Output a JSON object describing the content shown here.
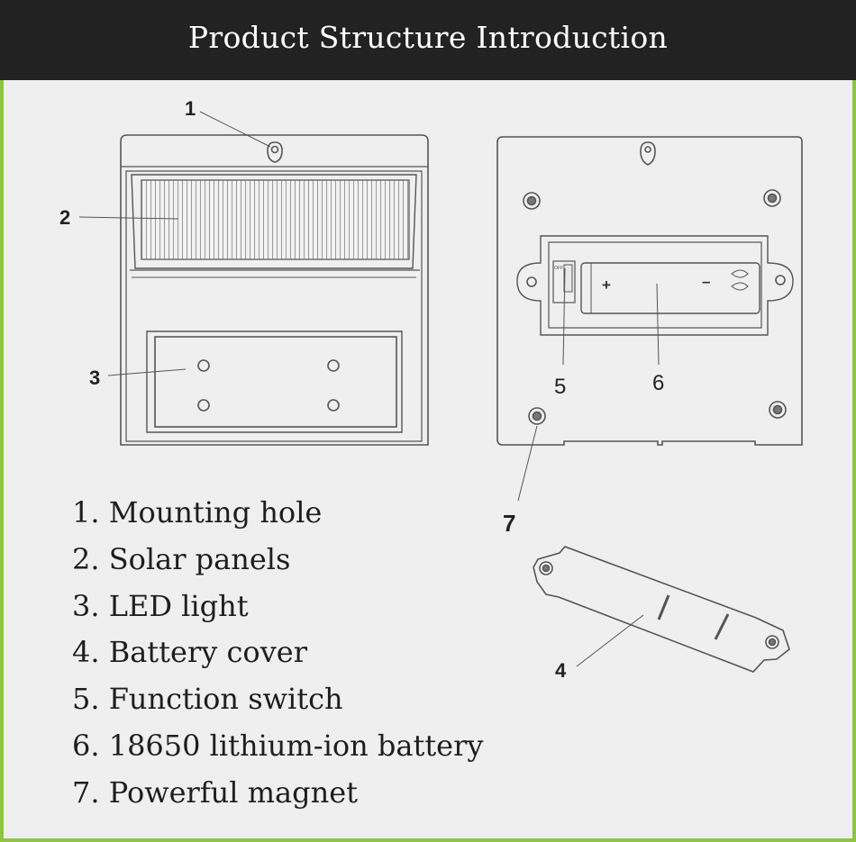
{
  "header": {
    "title": "Product Structure Introduction"
  },
  "callouts": {
    "n1": "1",
    "n2": "2",
    "n3": "3",
    "n4": "4",
    "n5": "5",
    "n6": "6",
    "n7": "7"
  },
  "battery_marks": {
    "plus": "+",
    "minus": "–",
    "switch_off": "OFF"
  },
  "legend": [
    "1. Mounting hole",
    "2. Solar panels",
    "3. LED light",
    "4. Battery cover",
    "5. Function switch",
    "6. 18650 lithium-ion battery",
    "7. Powerful magnet"
  ],
  "colors": {
    "header_bg": "#222222",
    "header_text": "#ffffff",
    "page_bg": "#efefef",
    "border": "#8dc63f",
    "line_art": "#555555"
  }
}
